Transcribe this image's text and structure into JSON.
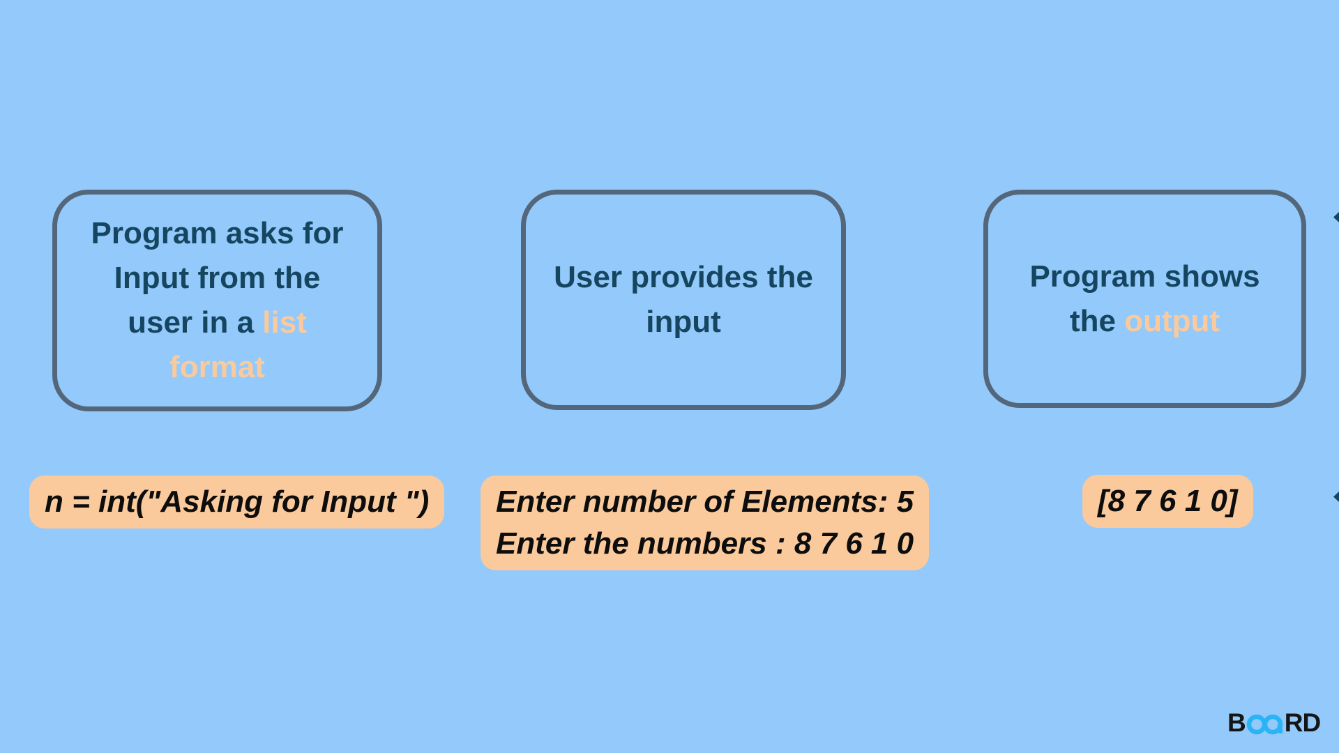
{
  "colors": {
    "background": "#93c9fb",
    "box_border": "#54677a",
    "navy_text": "#16465f",
    "peach": "#fbca9c",
    "label_text": "#0d0d0d",
    "logo_black": "#151515",
    "logo_cyan": "#2ab4f5"
  },
  "boxes": [
    {
      "name": "step-1",
      "lines": [
        {
          "segments": [
            {
              "text": "Program asks for",
              "color": "navy"
            }
          ]
        },
        {
          "segments": [
            {
              "text": "Input from the",
              "color": "navy"
            }
          ]
        },
        {
          "segments": [
            {
              "text": "user in a ",
              "color": "navy"
            },
            {
              "text": "list",
              "color": "peach"
            }
          ]
        },
        {
          "segments": [
            {
              "text": "format",
              "color": "peach"
            }
          ]
        }
      ]
    },
    {
      "name": "step-2",
      "lines": [
        {
          "segments": [
            {
              "text": "User provides the",
              "color": "navy"
            }
          ]
        },
        {
          "segments": [
            {
              "text": "input",
              "color": "navy"
            }
          ]
        }
      ]
    },
    {
      "name": "step-3",
      "lines": [
        {
          "segments": [
            {
              "text": "Program shows",
              "color": "navy"
            }
          ]
        },
        {
          "segments": [
            {
              "text": "the ",
              "color": "navy"
            },
            {
              "text": "output",
              "color": "peach"
            }
          ]
        }
      ]
    }
  ],
  "labels": [
    {
      "lines": [
        "n = int(\"Asking for Input \")"
      ]
    },
    {
      "lines": [
        "Enter number of Elements: 5",
        "Enter the numbers : 8 7 6 1 0"
      ]
    },
    {
      "lines": [
        "[8 7 6 1 0]"
      ]
    }
  ],
  "logo": {
    "text": "BOARD",
    "part1": "B",
    "part2": "RD",
    "infinity_icon": "infinity-rings-icon"
  }
}
